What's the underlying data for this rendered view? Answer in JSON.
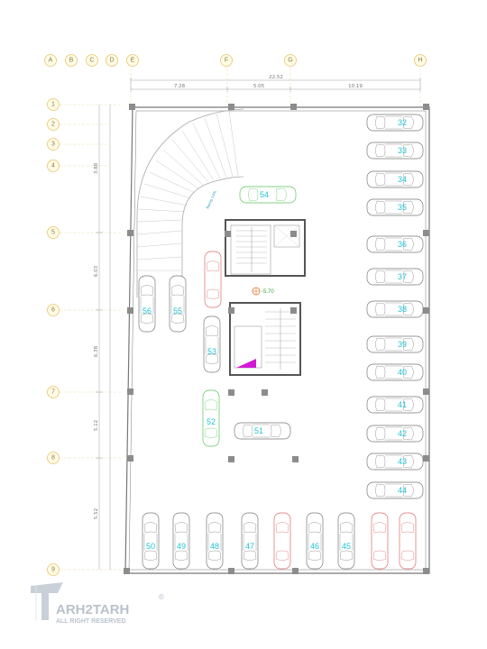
{
  "grid": {
    "columns": [
      "A",
      "B",
      "C",
      "D",
      "E",
      "F",
      "G",
      "H"
    ],
    "rows": [
      "1",
      "2",
      "3",
      "4",
      "5",
      "6",
      "7",
      "8",
      "9"
    ]
  },
  "dimensions": {
    "overall": "22.52",
    "segments": [
      "7.28",
      "5.05",
      "10.19"
    ],
    "left": [
      "3.88",
      "6.03",
      "6.38",
      "5.12",
      "5.52"
    ]
  },
  "level_label": "-5.70",
  "ramp_label": "Ramp 14%",
  "slots": [
    "32",
    "33",
    "34",
    "35",
    "36",
    "37",
    "38",
    "39",
    "40",
    "41",
    "42",
    "43",
    "44",
    "45",
    "46",
    "47",
    "48",
    "49",
    "50",
    "51",
    "52",
    "53",
    "54",
    "55",
    "56"
  ],
  "colors": {
    "slot_number": "#25c3d6",
    "car_default": "#7a7a7a",
    "car_red": "#e06b6b",
    "car_green": "#5cc45c",
    "column": "#8c8c8c",
    "accent_magenta": "#d21ad2"
  },
  "logo": {
    "brand": "ARH2TARH",
    "tagline": "ALL RIGHT RESERVED",
    "mark": "©"
  }
}
